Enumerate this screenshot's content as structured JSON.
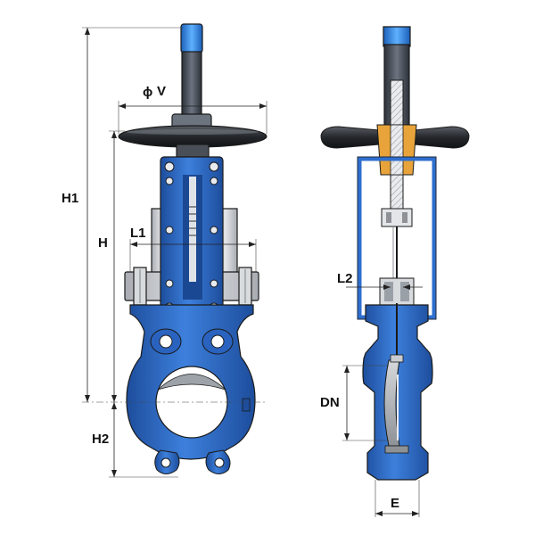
{
  "labels": {
    "h1": "H1",
    "h": "H",
    "h2": "H2",
    "l1": "L1",
    "l2": "L2",
    "phi": "ϕ",
    "v": "V",
    "dn": "DN",
    "e": "E"
  },
  "colors": {
    "body_blue": "#2f6fcf",
    "body_blue_dark": "#1d4d9c",
    "body_blue_light": "#5b95e6",
    "stem_dark": "#3a3f47",
    "stem_light": "#6c7480",
    "handwheel": "#2b2e33",
    "plate_gray": "#c9ccd1",
    "gate_gray": "#b3b6bb",
    "brass": "#e8a43a",
    "background": "#ffffff"
  }
}
